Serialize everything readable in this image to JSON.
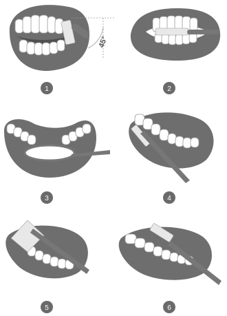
{
  "colors": {
    "gum": "#6e6e6e",
    "gum_dark": "#5a5a5a",
    "tooth": "#ffffff",
    "tooth_outline": "#9a9a9a",
    "brush": "#777777",
    "bristle": "#e8e8e8",
    "badge": "#6a6a6a",
    "background": "#ffffff"
  },
  "panels": [
    {
      "step": "1",
      "annotation": "45°",
      "icon": "outer-teeth-angle-brushing"
    },
    {
      "step": "2",
      "annotation": "",
      "icon": "front-teeth-horizontal-brushing"
    },
    {
      "step": "3",
      "annotation": "",
      "icon": "upper-palate-tongue-scraping"
    },
    {
      "step": "4",
      "annotation": "",
      "icon": "lower-inner-teeth-brushing"
    },
    {
      "step": "5",
      "annotation": "",
      "icon": "upper-inner-teeth-brushing"
    },
    {
      "step": "6",
      "annotation": "",
      "icon": "chewing-surface-brushing"
    }
  ]
}
